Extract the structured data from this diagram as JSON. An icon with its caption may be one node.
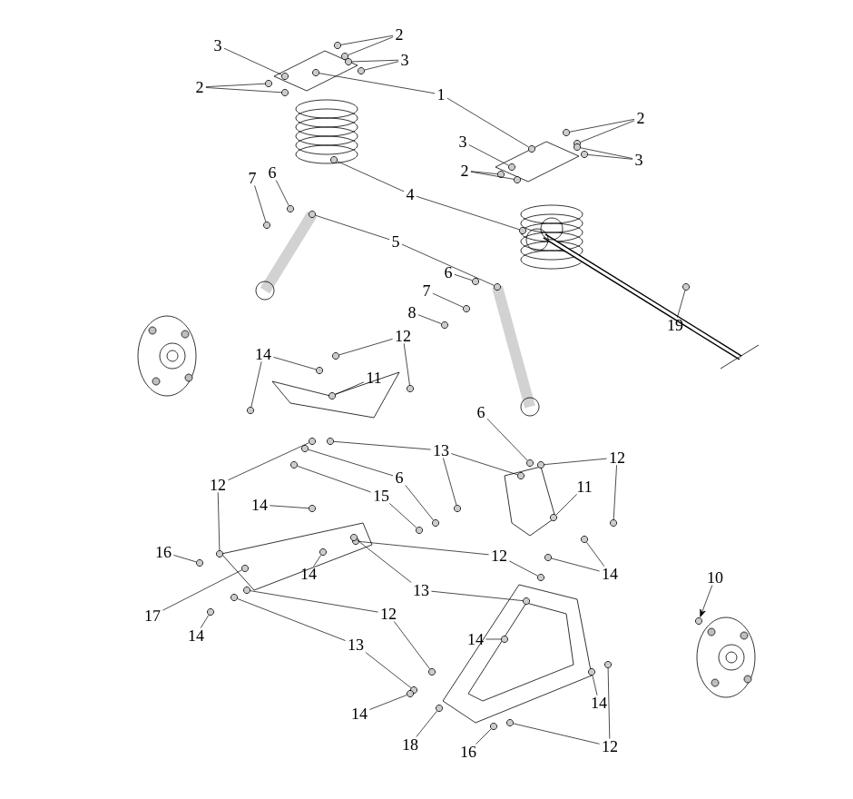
{
  "diagram": {
    "nodes": [
      {
        "text": [
          "3"
        ]
      },
      {
        "text": [
          "2"
        ]
      },
      {
        "text": [
          "3"
        ]
      },
      {
        "text": [
          "2"
        ]
      },
      {
        "text": [
          "1"
        ]
      },
      {
        "text": [
          "3"
        ]
      },
      {
        "text": [
          "2"
        ]
      },
      {
        "text": [
          "3"
        ]
      },
      {
        "text": [
          "2"
        ]
      },
      {
        "text": [
          "4"
        ]
      },
      {
        "text": [
          "7"
        ]
      },
      {
        "text": [
          "6"
        ]
      },
      {
        "text": [
          "5"
        ]
      },
      {
        "text": [
          "7"
        ]
      },
      {
        "text": [
          "6"
        ]
      },
      {
        "text": [
          "8"
        ]
      },
      {
        "text": [
          "19"
        ]
      },
      {
        "text": [
          "14"
        ]
      },
      {
        "text": [
          "12"
        ]
      },
      {
        "text": [
          "11"
        ]
      },
      {
        "text": [
          "13"
        ]
      },
      {
        "text": [
          "6"
        ]
      },
      {
        "text": [
          "6"
        ]
      },
      {
        "text": [
          "12"
        ]
      },
      {
        "text": [
          "11"
        ]
      },
      {
        "text": [
          "15"
        ]
      },
      {
        "text": [
          "12"
        ]
      },
      {
        "text": [
          "14"
        ]
      },
      {
        "text": [
          "16"
        ]
      },
      {
        "text": [
          "12"
        ]
      },
      {
        "text": [
          "14"
        ]
      },
      {
        "text": [
          "14"
        ]
      },
      {
        "text": [
          "13"
        ]
      },
      {
        "text": [
          "17"
        ]
      },
      {
        "text": [
          "12"
        ]
      },
      {
        "text": [
          "14"
        ]
      },
      {
        "text": [
          "13"
        ]
      },
      {
        "text": [
          "14"
        ]
      },
      {
        "text": [
          "14"
        ]
      },
      {
        "text": [
          "18"
        ]
      },
      {
        "text": [
          "14"
        ]
      },
      {
        "text": [
          "12"
        ]
      },
      {
        "text": [
          "16"
        ]
      },
      {
        "text": [
          "10"
        ]
      },
      {
        "text": [],
        "shape": "circle"
      },
      {
        "text": [],
        "shape": "circle"
      },
      {
        "text": [],
        "shape": "circle"
      },
      {
        "text": [],
        "shape": "circle"
      },
      {
        "text": [],
        "shape": "circle"
      },
      {
        "text": [],
        "shape": "circle"
      },
      {
        "text": [],
        "shape": "circle"
      },
      {
        "text": [],
        "shape": "circle"
      },
      {
        "text": [],
        "shape": "circle"
      },
      {
        "text": [],
        "shape": "circle"
      },
      {
        "text": [],
        "shape": "circle"
      },
      {
        "text": [],
        "shape": "circle"
      },
      {
        "text": [],
        "shape": "circle"
      },
      {
        "text": [],
        "shape": "circle"
      },
      {
        "text": [],
        "shape": "circle"
      },
      {
        "text": [],
        "shape": "circle"
      },
      {
        "text": [],
        "shape": "circle"
      },
      {
        "text": [],
        "shape": "circle"
      },
      {
        "text": [],
        "shape": "circle"
      },
      {
        "text": [],
        "shape": "circle"
      },
      {
        "text": [],
        "shape": "circle"
      },
      {
        "text": [],
        "shape": "circle"
      },
      {
        "text": [],
        "shape": "circle"
      },
      {
        "text": [],
        "shape": "circle"
      },
      {
        "text": [],
        "shape": "circle"
      },
      {
        "text": [],
        "shape": "circle"
      },
      {
        "text": [],
        "shape": "circle"
      },
      {
        "text": [],
        "shape": "circle"
      },
      {
        "text": [],
        "shape": "circle"
      },
      {
        "text": [],
        "shape": "circle"
      },
      {
        "text": [],
        "shape": "circle"
      },
      {
        "text": [],
        "shape": "circle"
      },
      {
        "text": [],
        "shape": "circle"
      },
      {
        "text": [],
        "shape": "circle"
      },
      {
        "text": [],
        "shape": "circle"
      },
      {
        "text": [],
        "shape": "circle"
      },
      {
        "text": [],
        "shape": "circle"
      },
      {
        "text": [],
        "shape": "circle"
      },
      {
        "text": [],
        "shape": "circle"
      },
      {
        "text": [],
        "shape": "circle"
      },
      {
        "text": [],
        "shape": "circle"
      },
      {
        "text": [],
        "shape": "circle"
      },
      {
        "text": [],
        "shape": "circle"
      },
      {
        "text": [],
        "shape": "circle"
      },
      {
        "text": [],
        "shape": "circle"
      },
      {
        "text": [],
        "shape": "circle"
      },
      {
        "text": [],
        "shape": "circle"
      },
      {
        "text": [],
        "shape": "circle"
      },
      {
        "text": [],
        "shape": "circle"
      },
      {
        "text": [],
        "shape": "circle"
      },
      {
        "text": [],
        "shape": "circle"
      },
      {
        "text": [],
        "shape": "circle"
      },
      {
        "text": [],
        "shape": "circle"
      },
      {
        "text": [],
        "shape": "circle"
      },
      {
        "text": [],
        "shape": "circle"
      },
      {
        "text": [],
        "shape": "circle"
      },
      {
        "text": [],
        "shape": "circle"
      },
      {
        "text": [],
        "shape": "circle"
      },
      {
        "text": [],
        "shape": "circle"
      },
      {
        "text": [],
        "shape": "circle"
      },
      {
        "text": [],
        "shape": "circle"
      },
      {
        "text": [],
        "shape": "circle"
      },
      {
        "text": [],
        "shape": "circle"
      },
      {
        "text": [],
        "shape": "circle"
      },
      {
        "text": [],
        "shape": "circle"
      },
      {
        "text": [],
        "shape": "circle"
      },
      {
        "text": [],
        "shape": "circle"
      }
    ],
    "edges": [
      {
        "from": 0,
        "to": 44,
        "arrow": "none"
      },
      {
        "from": 1,
        "to": 45,
        "arrow": "none"
      },
      {
        "from": 1,
        "to": 46,
        "arrow": "none"
      },
      {
        "from": 2,
        "to": 47,
        "arrow": "none"
      },
      {
        "from": 2,
        "to": 48,
        "arrow": "none"
      },
      {
        "from": 3,
        "to": 49,
        "arrow": "none"
      },
      {
        "from": 3,
        "to": 50,
        "arrow": "none"
      },
      {
        "from": 4,
        "to": 51,
        "arrow": "none"
      },
      {
        "from": 4,
        "to": 52,
        "arrow": "none"
      },
      {
        "from": 5,
        "to": 53,
        "arrow": "none"
      },
      {
        "from": 6,
        "to": 54,
        "arrow": "none"
      },
      {
        "from": 6,
        "to": 55,
        "arrow": "none"
      },
      {
        "from": 7,
        "to": 56,
        "arrow": "none"
      },
      {
        "from": 7,
        "to": 57,
        "arrow": "none"
      },
      {
        "from": 8,
        "to": 58,
        "arrow": "none"
      },
      {
        "from": 8,
        "to": 59,
        "arrow": "none"
      },
      {
        "from": 9,
        "to": 60,
        "arrow": "none"
      },
      {
        "from": 9,
        "to": 61,
        "arrow": "none"
      },
      {
        "from": 10,
        "to": 62,
        "arrow": "none"
      },
      {
        "from": 11,
        "to": 63,
        "arrow": "none"
      },
      {
        "from": 12,
        "to": 64,
        "arrow": "none"
      },
      {
        "from": 12,
        "to": 65,
        "arrow": "none"
      },
      {
        "from": 13,
        "to": 66,
        "arrow": "none"
      },
      {
        "from": 14,
        "to": 67,
        "arrow": "none"
      },
      {
        "from": 15,
        "to": 68,
        "arrow": "none"
      },
      {
        "from": 16,
        "to": 69,
        "arrow": "none"
      },
      {
        "from": 17,
        "to": 70,
        "arrow": "none"
      },
      {
        "from": 17,
        "to": 71,
        "arrow": "none"
      },
      {
        "from": 18,
        "to": 72,
        "arrow": "none"
      },
      {
        "from": 18,
        "to": 73,
        "arrow": "none"
      },
      {
        "from": 19,
        "to": 74,
        "arrow": "none"
      },
      {
        "from": 20,
        "to": 75,
        "arrow": "none"
      },
      {
        "from": 20,
        "to": 76,
        "arrow": "none"
      },
      {
        "from": 20,
        "to": 77,
        "arrow": "none"
      },
      {
        "from": 21,
        "to": 78,
        "arrow": "none"
      },
      {
        "from": 22,
        "to": 79,
        "arrow": "none"
      },
      {
        "from": 22,
        "to": 80,
        "arrow": "none"
      },
      {
        "from": 23,
        "to": 81,
        "arrow": "none"
      },
      {
        "from": 23,
        "to": 82,
        "arrow": "none"
      },
      {
        "from": 24,
        "to": 83,
        "arrow": "none"
      },
      {
        "from": 25,
        "to": 84,
        "arrow": "none"
      },
      {
        "from": 25,
        "to": 85,
        "arrow": "none"
      },
      {
        "from": 26,
        "to": 86,
        "arrow": "none"
      },
      {
        "from": 26,
        "to": 87,
        "arrow": "none"
      },
      {
        "from": 27,
        "to": 88,
        "arrow": "none"
      },
      {
        "from": 28,
        "to": 89,
        "arrow": "none"
      },
      {
        "from": 29,
        "to": 90,
        "arrow": "none"
      },
      {
        "from": 29,
        "to": 91,
        "arrow": "none"
      },
      {
        "from": 30,
        "to": 92,
        "arrow": "none"
      },
      {
        "from": 30,
        "to": 93,
        "arrow": "none"
      },
      {
        "from": 31,
        "to": 94,
        "arrow": "none"
      },
      {
        "from": 32,
        "to": 95,
        "arrow": "none"
      },
      {
        "from": 32,
        "to": 96,
        "arrow": "none"
      },
      {
        "from": 33,
        "to": 97,
        "arrow": "none"
      },
      {
        "from": 34,
        "to": 98,
        "arrow": "none"
      },
      {
        "from": 34,
        "to": 99,
        "arrow": "none"
      },
      {
        "from": 35,
        "to": 100,
        "arrow": "none"
      },
      {
        "from": 36,
        "to": 101,
        "arrow": "none"
      },
      {
        "from": 36,
        "to": 102,
        "arrow": "none"
      },
      {
        "from": 37,
        "to": 103,
        "arrow": "none"
      },
      {
        "from": 38,
        "to": 104,
        "arrow": "none"
      },
      {
        "from": 39,
        "to": 105,
        "arrow": "none"
      },
      {
        "from": 40,
        "to": 106,
        "arrow": "none"
      },
      {
        "from": 41,
        "to": 107,
        "arrow": "none"
      },
      {
        "from": 41,
        "to": 108,
        "arrow": "none"
      },
      {
        "from": 42,
        "to": 109,
        "arrow": "none"
      },
      {
        "from": 43,
        "to": 110,
        "arrow": "to"
      }
    ]
  }
}
